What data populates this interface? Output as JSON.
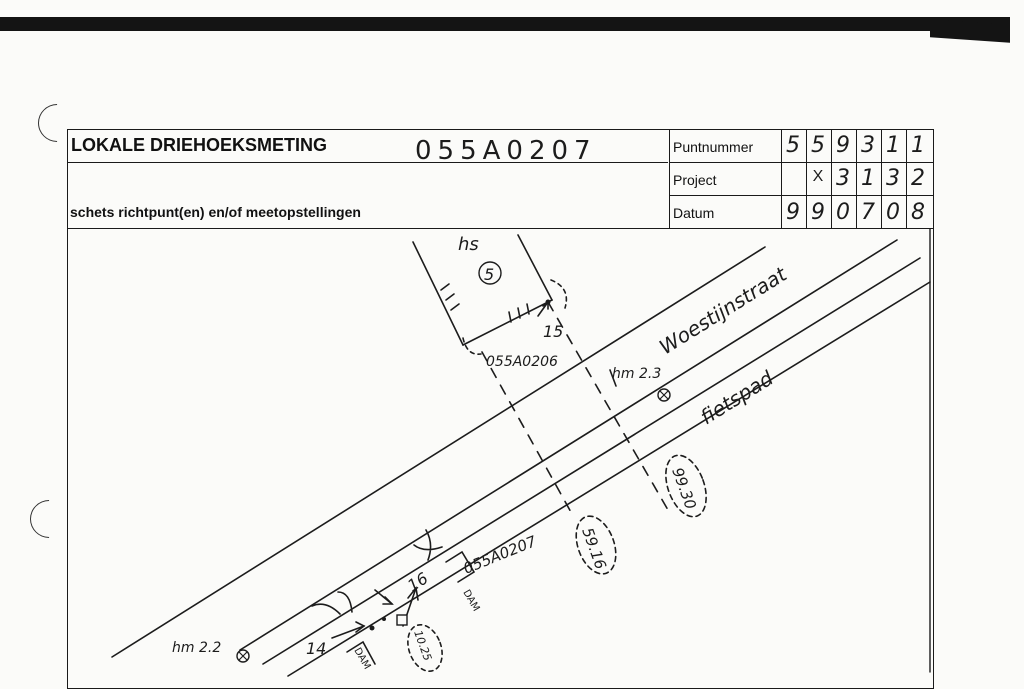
{
  "form": {
    "title": "LOKALE DRIEHOEKSMETING",
    "title_code": "055A0207",
    "subtitle": "schets richtpunt(en) en/of meetopstellingen",
    "fields": {
      "puntnummer_label": "Puntnummer",
      "puntnummer_digits": [
        "5",
        "5",
        "9",
        "3",
        "1",
        "1"
      ],
      "project_label": "Project",
      "project_digits": [
        "",
        "X",
        "3",
        "1",
        "3",
        "2"
      ],
      "datum_label": "Datum",
      "datum_digits": [
        "9",
        "9",
        "0",
        "7",
        "0",
        "8"
      ]
    }
  },
  "sketch": {
    "house_label": "hs",
    "house_number": "5",
    "point_15": "15",
    "point_055A0206": "055A0206",
    "street": "Woestijnstraat",
    "cycle_path": "fietspad",
    "hm_23": "hm 2.3",
    "hm_22": "hm 2.2",
    "distance_9930": "99.30",
    "distance_5916": "59.16",
    "distance_1025": "10.25",
    "point_16": "16",
    "point_055A0207": "055A0207",
    "point_14": "14",
    "dam_1": "DAM",
    "dam_2": "DAM"
  },
  "colors": {
    "ink": "#1c1c1c",
    "paper": "#fbfbf9",
    "scan_bar": "#141414"
  }
}
